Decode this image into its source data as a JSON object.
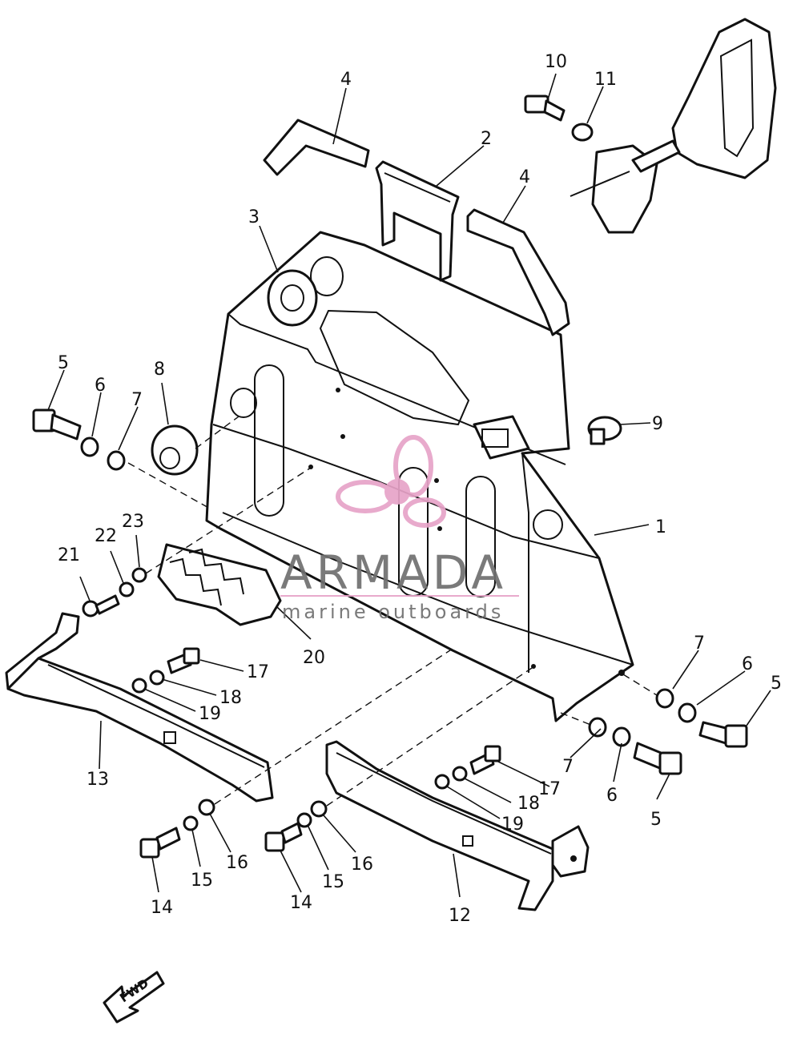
{
  "callouts": {
    "c1": "1",
    "c2": "2",
    "c3": "3",
    "c4a": "4",
    "c4b": "4",
    "c5a": "5",
    "c5b": "5",
    "c5c": "5",
    "c6a": "6",
    "c6b": "6",
    "c6c": "6",
    "c7a": "7",
    "c7b": "7",
    "c7c": "7",
    "c8": "8",
    "c9": "9",
    "c10": "10",
    "c11": "11",
    "c12": "12",
    "c13": "13",
    "c14a": "14",
    "c14b": "14",
    "c15a": "15",
    "c15b": "15",
    "c16a": "16",
    "c16b": "16",
    "c17a": "17",
    "c17b": "17",
    "c18a": "18",
    "c18b": "18",
    "c19a": "19",
    "c19b": "19",
    "c20": "20",
    "c21": "21",
    "c22": "22",
    "c23": "23"
  },
  "watermark": {
    "title": "ARMADA",
    "subtitle": "marine outboards",
    "accent_color": "#e7a3c8",
    "text_color": "#6f6f6f"
  },
  "fwd_label": "FWD"
}
